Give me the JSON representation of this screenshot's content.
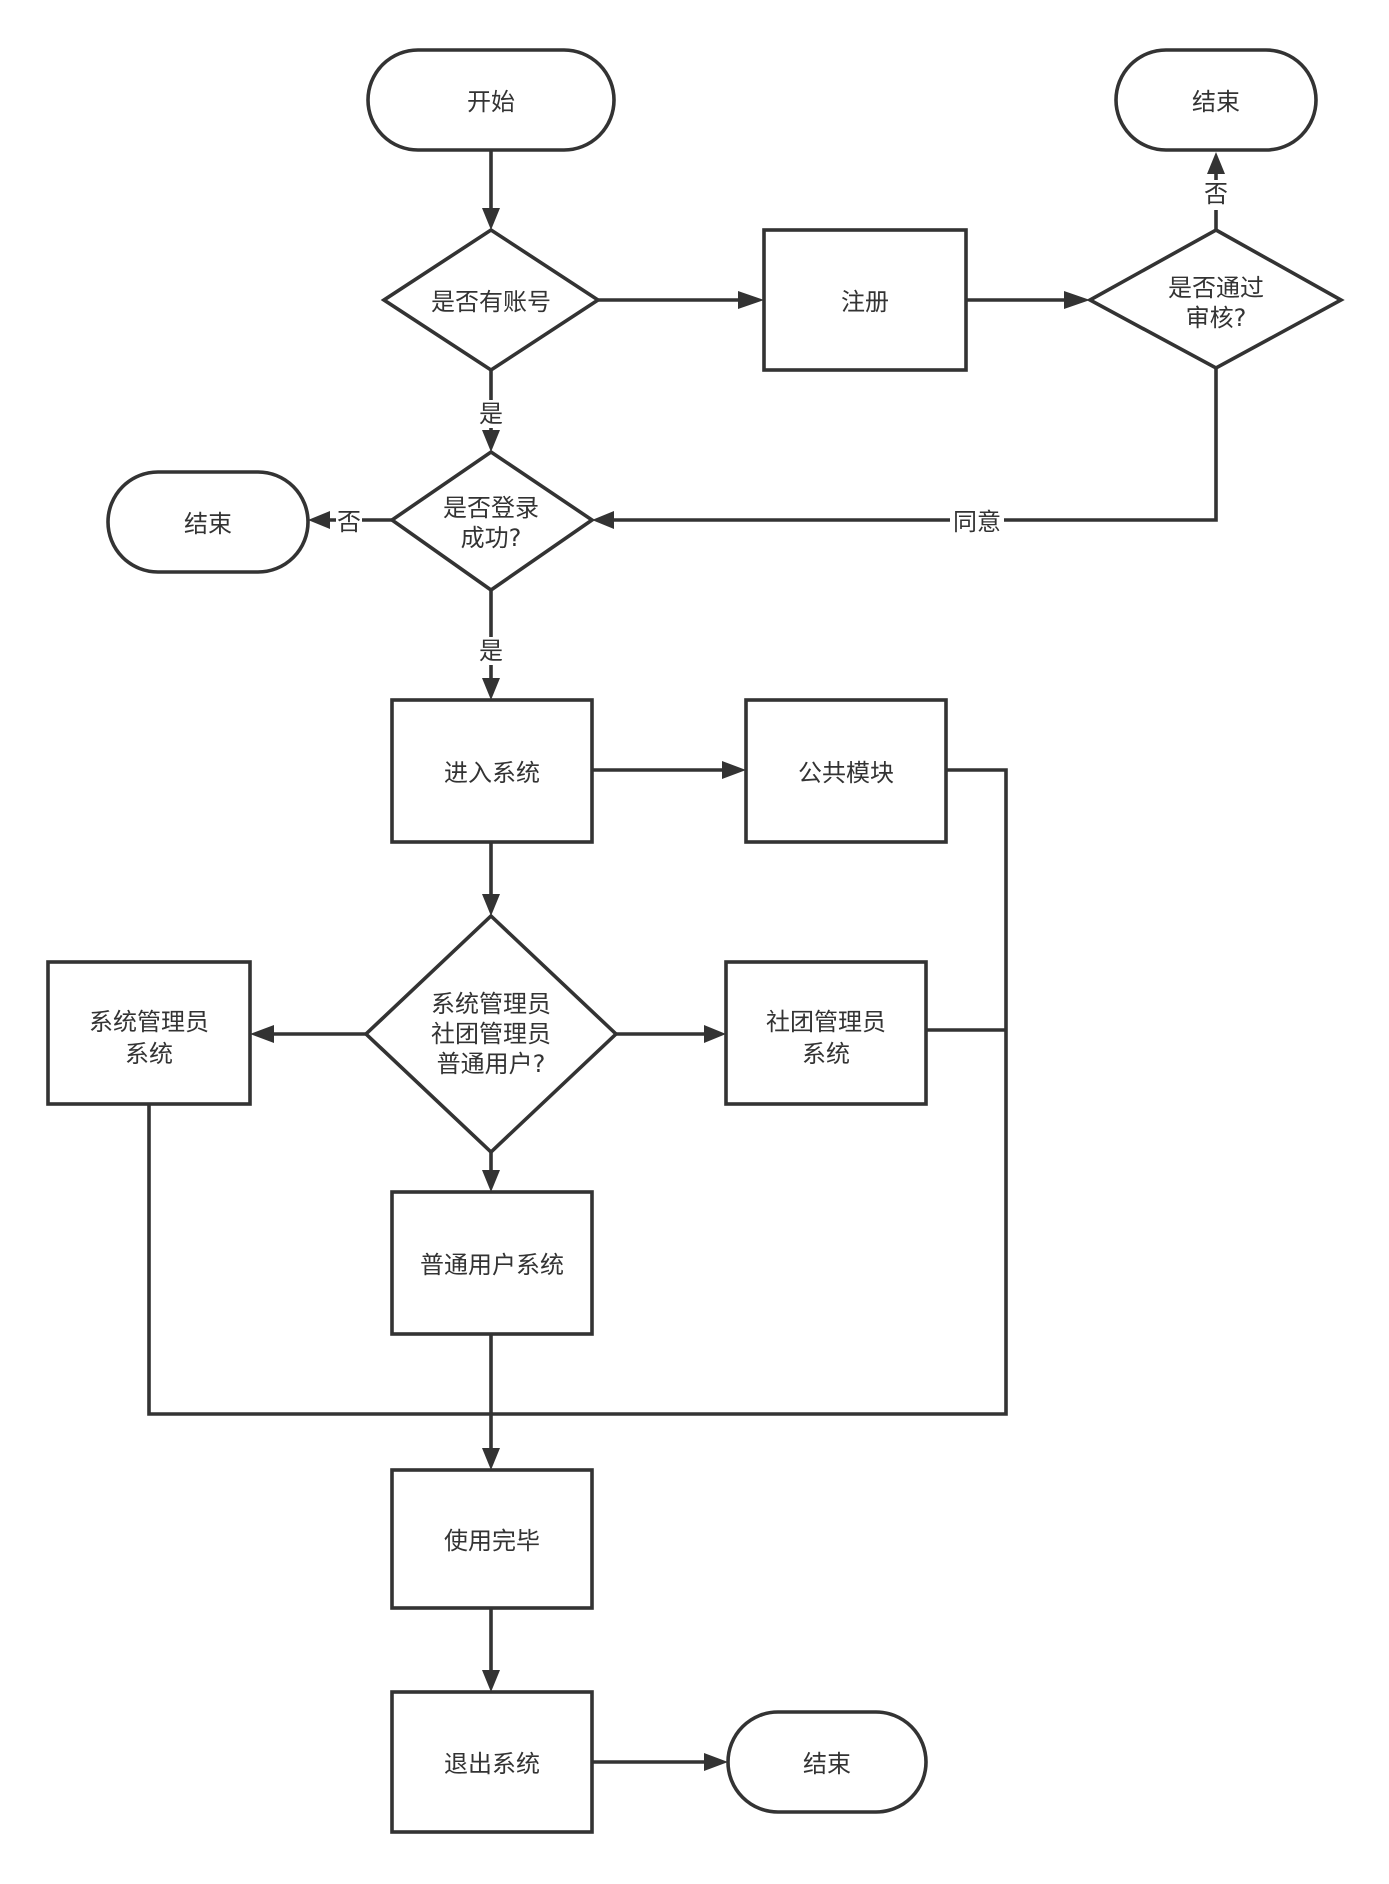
{
  "nodes": {
    "start": [
      "开始"
    ],
    "has_account": [
      "是否有账号"
    ],
    "register": [
      "注册"
    ],
    "review": [
      "是否通过",
      "审核?"
    ],
    "end_review": [
      "结束"
    ],
    "login_ok": [
      "是否登录",
      "成功?"
    ],
    "end_login": [
      "结束"
    ],
    "enter_system": [
      "进入系统"
    ],
    "public_module": [
      "公共模块"
    ],
    "role_choice": [
      "系统管理员",
      "社团管理员",
      "普通用户?"
    ],
    "sys_admin": [
      "系统管理员",
      "系统"
    ],
    "club_admin": [
      "社团管理员",
      "系统"
    ],
    "normal_user": [
      "普通用户系统"
    ],
    "finished": [
      "使用完毕"
    ],
    "logout": [
      "退出系统"
    ],
    "end_final": [
      "结束"
    ]
  },
  "edge_labels": {
    "has_account_yes": "是",
    "login_yes": "是",
    "login_no": "否",
    "review_no": "否",
    "review_agree": "同意"
  },
  "colors": {
    "stroke": "#333333",
    "fill": "#ffffff",
    "text": "#333333"
  }
}
